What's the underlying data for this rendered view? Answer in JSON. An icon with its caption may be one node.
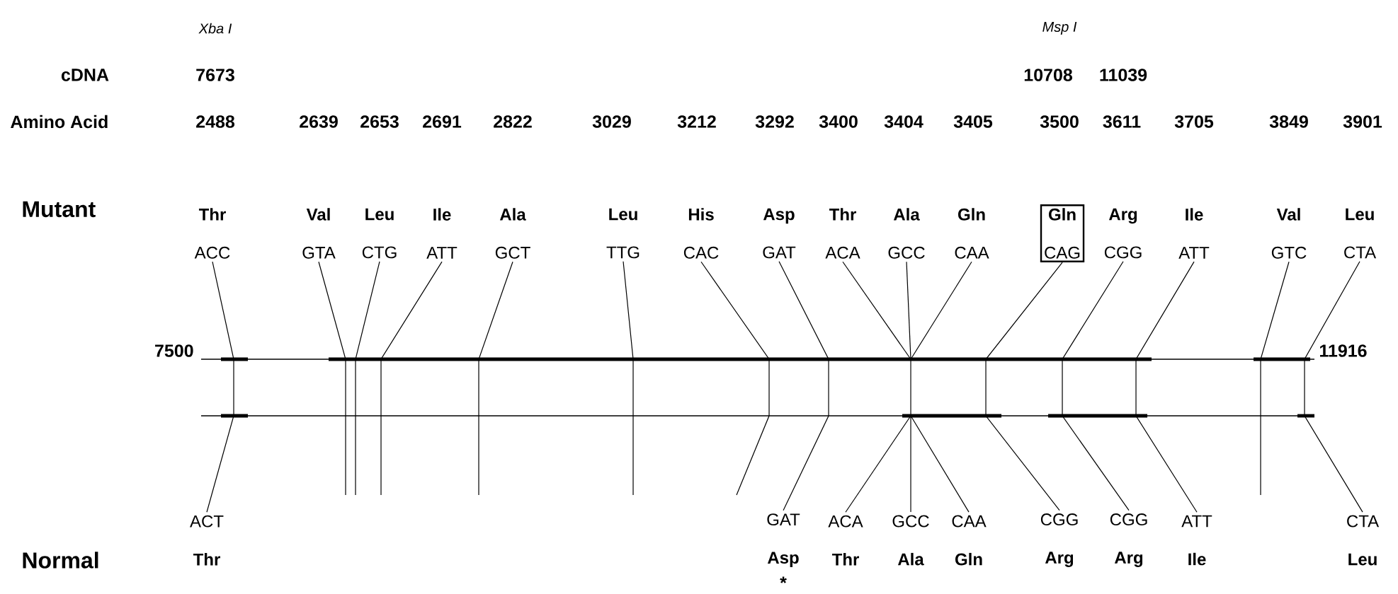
{
  "diagram": {
    "nodes": [
      {
        "text": [
          "Thr",
          "ACC"
        ]
      },
      {
        "text": [
          "Val",
          "GTA"
        ]
      },
      {
        "text": [
          "Leu",
          "CTG"
        ]
      },
      {
        "text": [
          "Ile",
          "ATT"
        ]
      },
      {
        "text": [
          "Ala",
          "GCT"
        ]
      },
      {
        "text": [
          "Leu",
          "TTG"
        ]
      },
      {
        "text": [
          "His",
          "CAC"
        ]
      },
      {
        "text": [
          "Asp",
          "GAT"
        ]
      },
      {
        "text": [
          "Thr",
          "ACA"
        ]
      },
      {
        "text": [
          "Ala",
          "GCC"
        ]
      },
      {
        "text": [
          "Gln",
          "CAA"
        ]
      },
      {
        "text": [
          "Gln",
          "CAG"
        ]
      },
      {
        "text": [
          "Arg",
          "CGG"
        ]
      },
      {
        "text": [
          "Ile",
          "ATT"
        ]
      },
      {
        "text": [
          "Val",
          "GTC"
        ]
      },
      {
        "text": [
          "Leu",
          "CTA"
        ]
      },
      {
        "text": [
          "ACT",
          "Thr"
        ]
      },
      {
        "text": [
          "GAT",
          "Asp"
        ]
      },
      {
        "text": [
          "ACA",
          "Thr"
        ]
      },
      {
        "text": [
          "GCC",
          "Ala"
        ]
      },
      {
        "text": [
          "CAA",
          "Gln"
        ]
      },
      {
        "text": [
          "CGG",
          "Arg"
        ]
      },
      {
        "text": [
          "CGG",
          "Arg"
        ]
      },
      {
        "text": [
          "ATT",
          "Ile"
        ]
      },
      {
        "text": [
          "CTA",
          "Leu"
        ]
      }
    ],
    "edges": [
      {
        "from": 0,
        "to": 16,
        "arrow": "none"
      },
      {
        "from": 1,
        "to": null,
        "arrow": "none"
      },
      {
        "from": 2,
        "to": null,
        "arrow": "none"
      },
      {
        "from": 3,
        "to": null,
        "arrow": "none"
      },
      {
        "from": 4,
        "to": null,
        "arrow": "none"
      },
      {
        "from": 5,
        "to": null,
        "arrow": "none"
      },
      {
        "from": 6,
        "to": null,
        "arrow": "none"
      },
      {
        "from": 7,
        "to": 17,
        "arrow": "none"
      },
      {
        "from": 8,
        "to": 18,
        "arrow": "none"
      },
      {
        "from": 8,
        "to": 19,
        "arrow": "none"
      },
      {
        "from": 8,
        "to": 20,
        "arrow": "none"
      },
      {
        "from": 9,
        "to": 18,
        "arrow": "none"
      },
      {
        "from": 9,
        "to": 19,
        "arrow": "none"
      },
      {
        "from": 9,
        "to": 20,
        "arrow": "none"
      },
      {
        "from": 10,
        "to": 18,
        "arrow": "none"
      },
      {
        "from": 10,
        "to": 19,
        "arrow": "none"
      },
      {
        "from": 10,
        "to": 20,
        "arrow": "none"
      },
      {
        "from": 11,
        "to": 21,
        "arrow": "none"
      },
      {
        "from": 12,
        "to": 22,
        "arrow": "none"
      },
      {
        "from": 13,
        "to": 23,
        "arrow": "none"
      },
      {
        "from": 14,
        "to": null,
        "arrow": "none"
      },
      {
        "from": 15,
        "to": 24,
        "arrow": "none"
      }
    ],
    "labels": [
      "Xba I",
      "Msp I",
      "cDNA",
      "7673",
      "10708",
      "11039",
      "Amino Acid",
      "2488",
      "2639",
      "2653",
      "2691",
      "2822",
      "3029",
      "3212",
      "3292",
      "3400",
      "3404",
      "3405",
      "3500",
      "3611",
      "3705",
      "3849",
      "3901",
      "Mutant",
      "7500",
      "11916",
      "Normal",
      "*"
    ]
  }
}
